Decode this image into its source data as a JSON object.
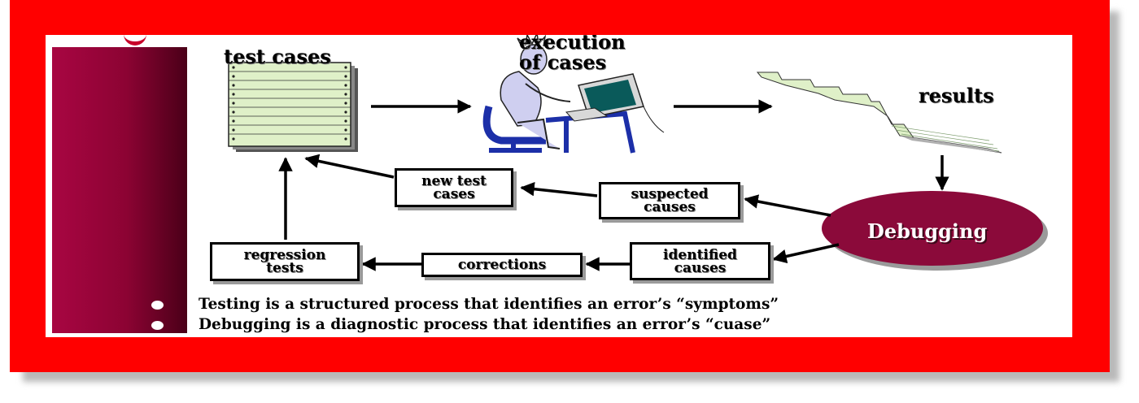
{
  "diagram": {
    "test_cases_label": "test cases",
    "execution_label_line1": "execution",
    "execution_label_line2": "of cases",
    "results_label": "results",
    "debugging_label": "Debugging",
    "boxes": {
      "new_test_cases": [
        "new test",
        "cases"
      ],
      "suspected_causes": [
        "suspected",
        "causes"
      ],
      "identified_causes": [
        "identified",
        "causes"
      ],
      "corrections": "corrections",
      "regression_tests": [
        "regression",
        "tests"
      ]
    }
  },
  "bullets": [
    "Testing is a structured process that identifies an error’s “symptoms”",
    "Debugging is a diagnostic process that identifies an error’s “cuase”"
  ],
  "colors": {
    "frame": "#ff0000",
    "sidebar": "#8c0333",
    "debugging_ellipse": "#8b0a3a",
    "listing_fill": "#dff0c8"
  }
}
